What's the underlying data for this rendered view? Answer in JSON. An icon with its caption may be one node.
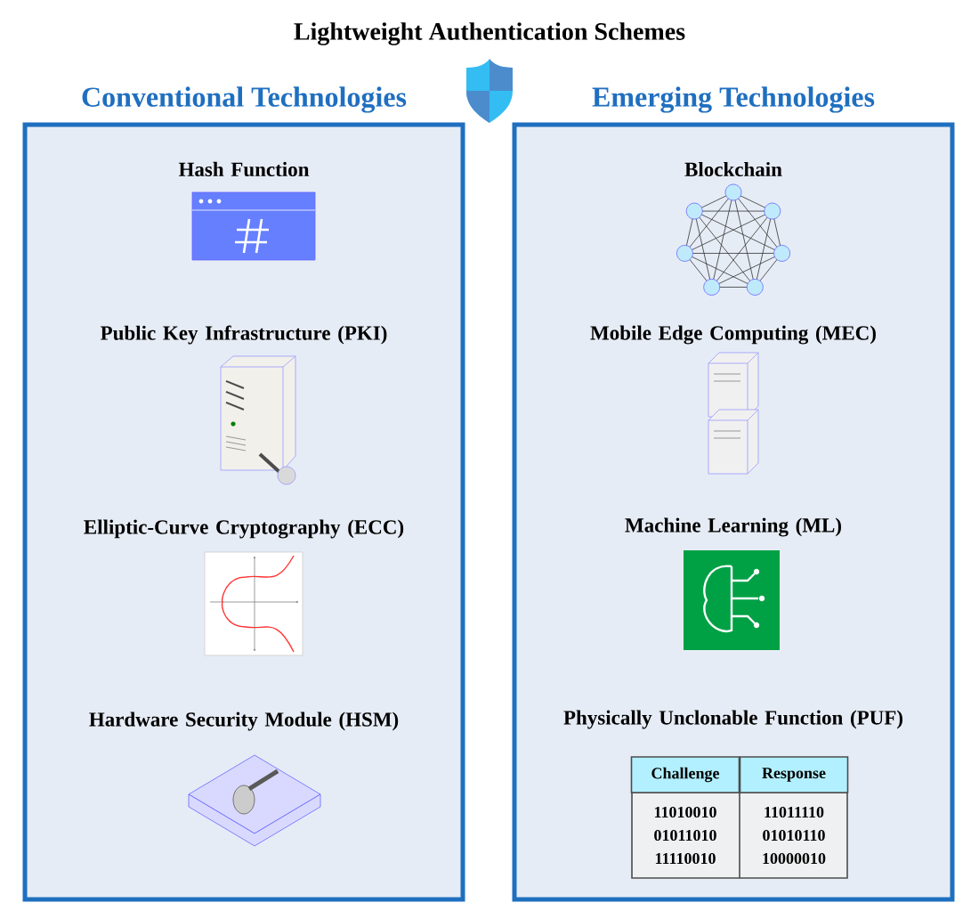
{
  "diagram": {
    "title": "Lightweight Authentication Schemes",
    "nodes": [
      {
        "text": [
          "Conventional Technologies"
        ]
      },
      {
        "text": [
          "Emerging Technologies"
        ]
      }
    ],
    "labels": [
      "Hash Function",
      "Blockchain",
      "Public Key Infrastructure (PKI)",
      "Mobile Edge Computing (MEC)",
      "Elliptic-Curve Cryptography (ECC)",
      "Machine Learning (ML)",
      "Hardware Security Module (HSM)",
      "Physically Unclonable Function (PUF)",
      "Challenge",
      "Response",
      "11010010",
      "11011110",
      "01011010",
      "01010110",
      "11110010",
      "10000010"
    ]
  }
}
